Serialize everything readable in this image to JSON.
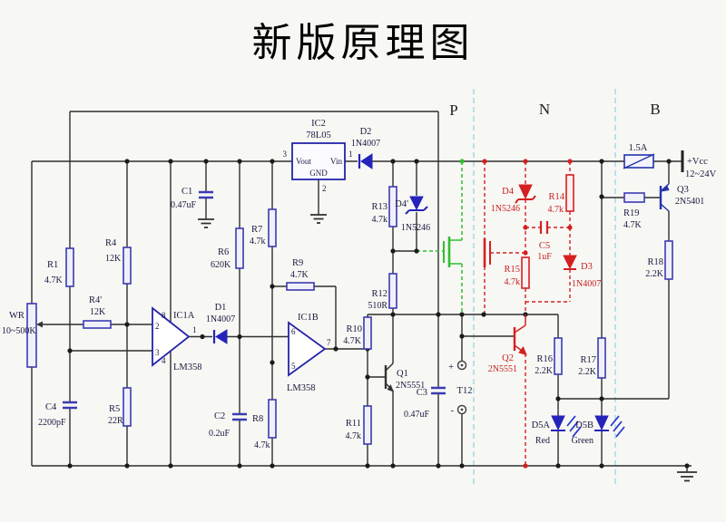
{
  "title": "新版原理图",
  "regions": {
    "p": "P",
    "n": "N",
    "b": "B"
  },
  "supply": {
    "fuse": "1.5A",
    "vcc": "+Vcc",
    "range": "12~24V"
  },
  "components": {
    "wr": [
      "WR",
      "10~500K"
    ],
    "r1": [
      "R1",
      "4.7K"
    ],
    "r4": [
      "R4",
      "12K"
    ],
    "r4p": [
      "R4'",
      "12K"
    ],
    "r5": [
      "R5",
      "22R"
    ],
    "r6": [
      "R6",
      "620K"
    ],
    "r7": [
      "R7",
      "4.7k"
    ],
    "r8": [
      "R8",
      "4.7k"
    ],
    "r9": [
      "R9",
      "4.7K"
    ],
    "r10": [
      "R10",
      "4.7K"
    ],
    "r11": [
      "R11",
      "4.7k"
    ],
    "r12": [
      "R12",
      "510R"
    ],
    "r13": [
      "R13",
      "4.7k"
    ],
    "r14": [
      "R14",
      "4.7k"
    ],
    "r15": [
      "R15",
      "4.7k"
    ],
    "r16": [
      "R16",
      "2.2K"
    ],
    "r17": [
      "R17",
      "2.2K"
    ],
    "r18": [
      "R18",
      "2.2K"
    ],
    "r19": [
      "R19",
      "4.7K"
    ],
    "c1": [
      "C1",
      "0.47uF"
    ],
    "c2": [
      "C2",
      "0.2uF"
    ],
    "c3": [
      "C3",
      "0.47uF"
    ],
    "c4": [
      "C4",
      "2200pF"
    ],
    "c5": [
      "C5",
      "1uF"
    ],
    "d1": [
      "D1",
      "1N4007"
    ],
    "d2": [
      "D2",
      "1N4007"
    ],
    "d3": [
      "D3",
      "1N4007"
    ],
    "d4": [
      "D4",
      "1N5246"
    ],
    "d4p": [
      "D4'",
      "1N5246"
    ],
    "d5a": [
      "D5A",
      "Red"
    ],
    "d5b": [
      "D5B",
      "Green"
    ],
    "q1": [
      "Q1",
      "2N5551"
    ],
    "q2": [
      "Q2",
      "2N5551"
    ],
    "q3": [
      "Q3",
      "2N5401"
    ],
    "t12": {
      "name": "T12",
      "plus": "+",
      "minus": "-"
    }
  },
  "ics": {
    "ic1a": {
      "name": "IC1A",
      "chip": "LM358",
      "pin_vplus": "8",
      "pin_inv": "2",
      "pin_noninv": "3",
      "pin_out": "1",
      "pin_vminus": "4"
    },
    "ic1b": {
      "name": "IC1B",
      "chip": "LM358",
      "pin_inv": "6",
      "pin_noninv": "5",
      "pin_out": "7"
    },
    "ic2": {
      "name": "IC2",
      "chip": "78L05",
      "vout": "Vout",
      "vin": "Vin",
      "gnd": "GND",
      "pin_out": "3",
      "pin_in": "1",
      "pin_gnd": "2"
    }
  }
}
